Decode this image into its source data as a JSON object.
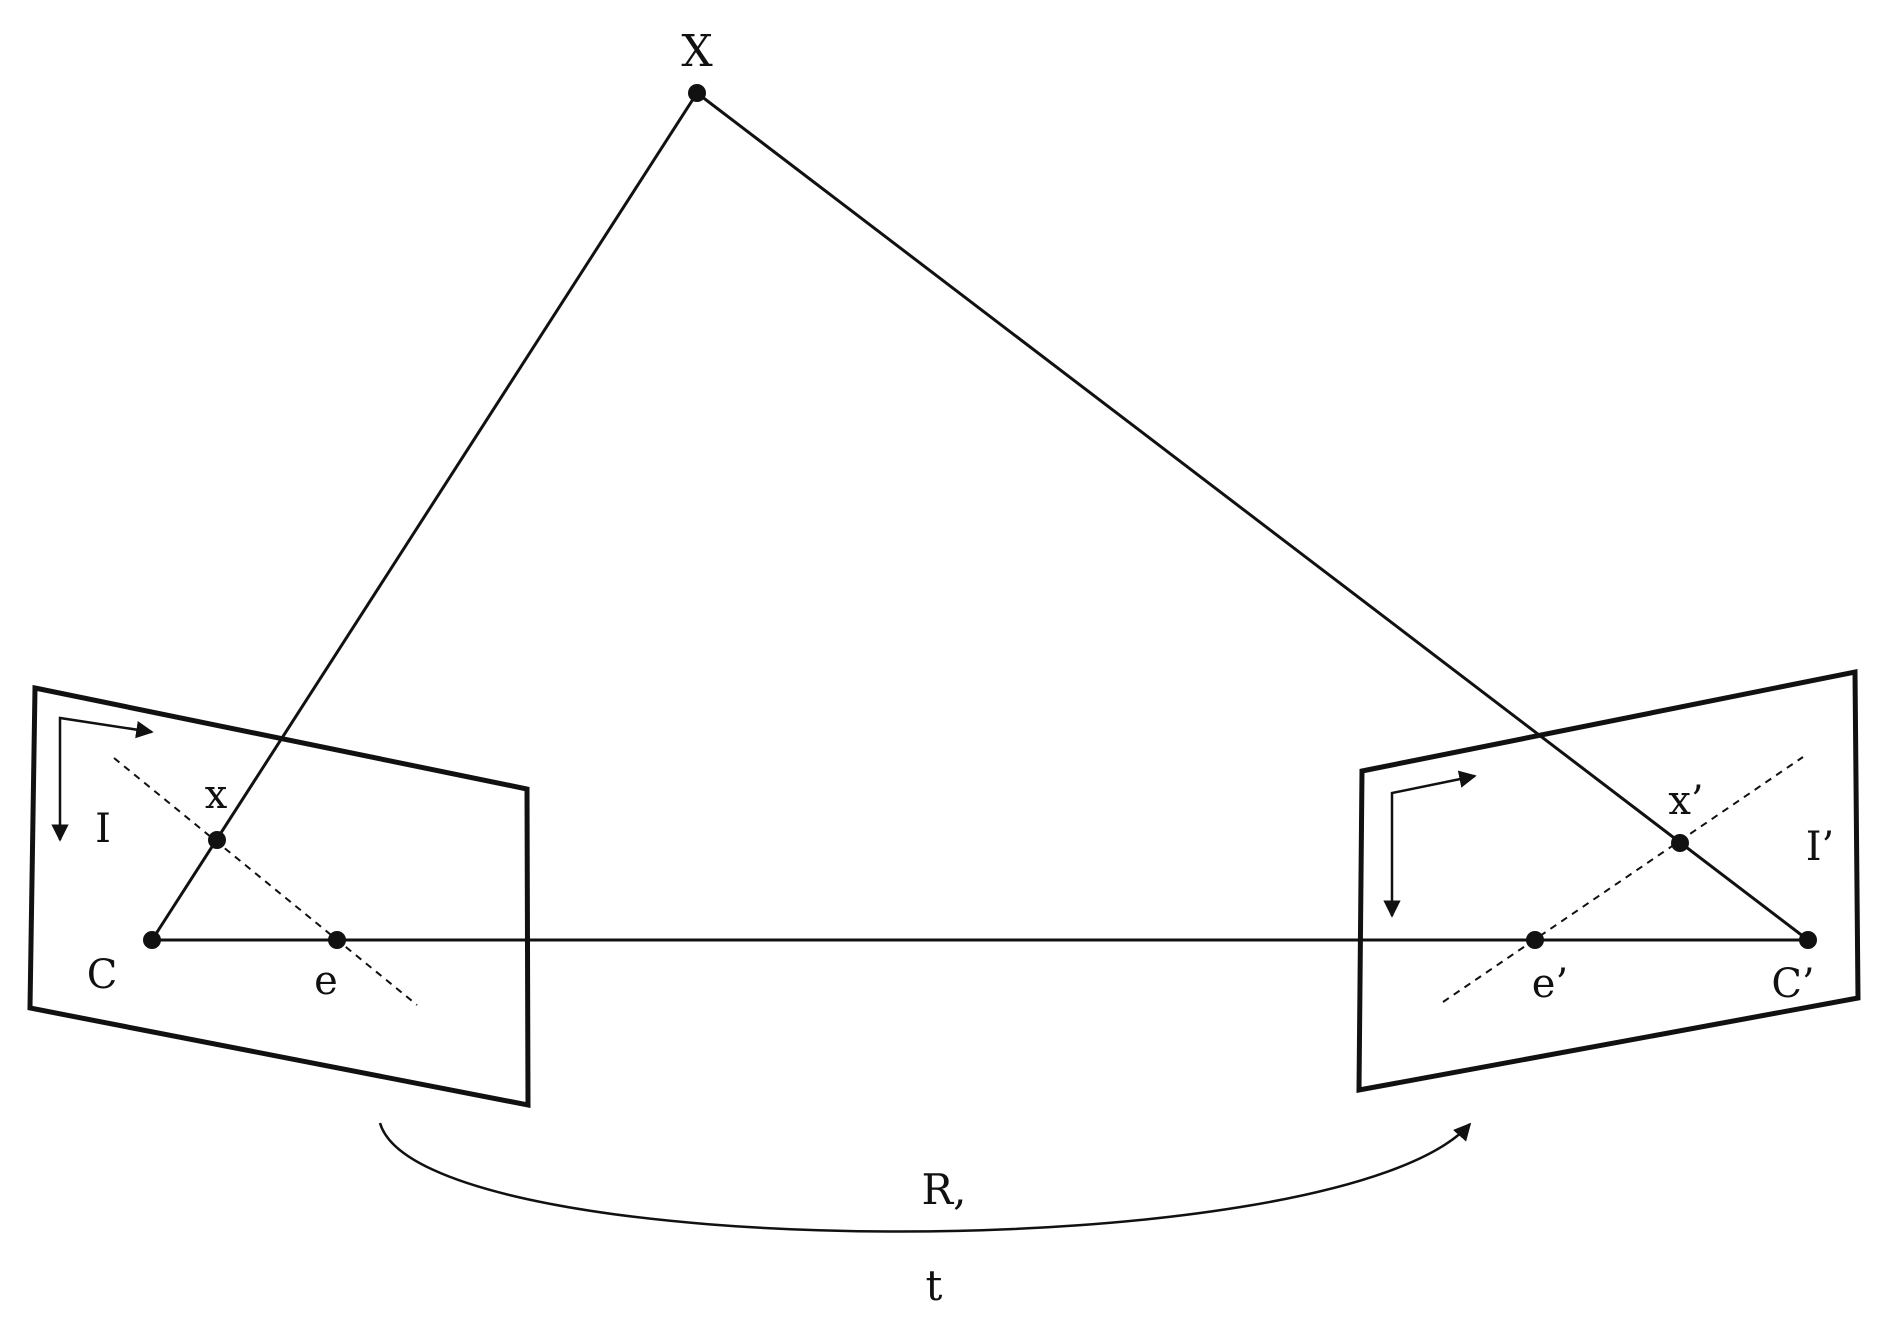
{
  "diagram": {
    "labels": {
      "world_point": "X",
      "camera_center_left": "C",
      "camera_center_right": "C’",
      "image_point_left": "x",
      "image_point_right": "x’",
      "epipole_left": "e",
      "epipole_right": "e’",
      "image_plane_left": "I",
      "image_plane_right": "I’",
      "rotation": "R,",
      "translation": "t"
    },
    "colors": {
      "stroke": "#111111",
      "background": "#ffffff"
    }
  }
}
